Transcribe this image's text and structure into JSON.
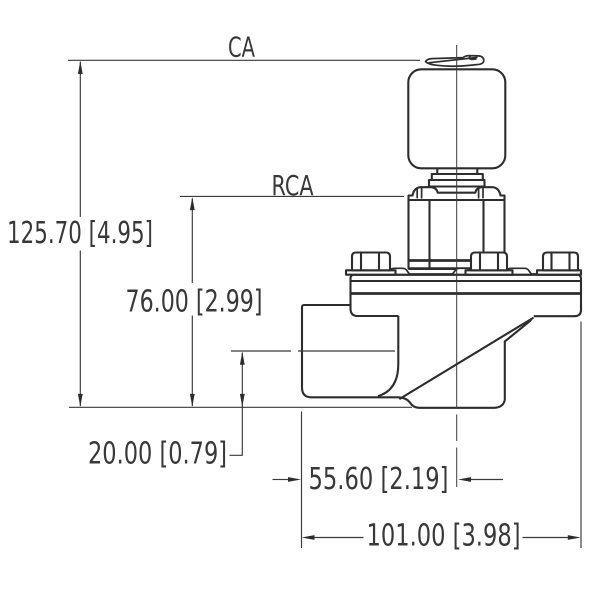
{
  "drawing": {
    "title": "pulse-valve-dimensional-drawing",
    "ref_lines": {
      "ca": "CA",
      "rca": "RCA"
    },
    "dimensions": {
      "overall_height": "125.70 [4.95]",
      "rca_height": "76.00 [2.99]",
      "inlet_centerline_height": "20.00 [0.79]",
      "inlet_face_to_centerline": "55.60 [2.19]",
      "overall_width": "101.00 [3.98]"
    },
    "colors": {
      "line": "#2d2d2d",
      "dimension_line": "#3a3a3a",
      "background": "#ffffff"
    }
  }
}
